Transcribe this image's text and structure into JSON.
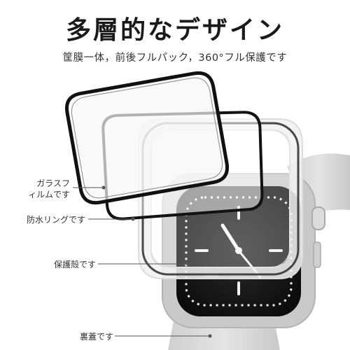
{
  "header": {
    "title": "多層的なデザイン",
    "subtitle": "筐膜一体，前後フルパック，360°フル保護です"
  },
  "labels": {
    "glass_line1": "ガラスフ",
    "glass_line2": "ィルムです",
    "ring": "防水リングです",
    "case": "保護殻です",
    "back": "裏蓋です"
  },
  "colors": {
    "text": "#222222",
    "case": "#e9e9e9",
    "band": "#d8d8d8",
    "dial": "#1b1b1b",
    "frame": "#111111"
  }
}
